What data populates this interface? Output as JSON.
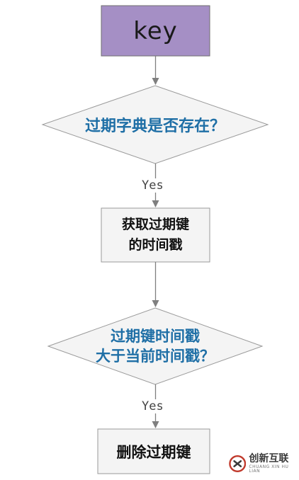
{
  "colors": {
    "start_fill": "#a58fc5",
    "node_fill": "#f4f4f4",
    "node_stroke": "#9a9a9a",
    "edge": "#7f7f7f",
    "decision_text": "#1f6fa6"
  },
  "diagram": {
    "start": {
      "label": "key"
    },
    "decision1": {
      "label": "过期字典是否存在？"
    },
    "edge1": {
      "label": "Yes"
    },
    "step1": {
      "line1": "获取过期键",
      "line2": "的时间戳"
    },
    "decision2": {
      "line1": "过期键时间戳",
      "line2": "大于当前时间戳？"
    },
    "edge2": {
      "label": "Yes"
    },
    "end": {
      "label": "删除过期键"
    }
  },
  "watermark": {
    "text": "创新互联",
    "subtext": "CHUANG XIN HU LIAN",
    "icon": "chuangxin-logo-icon"
  }
}
